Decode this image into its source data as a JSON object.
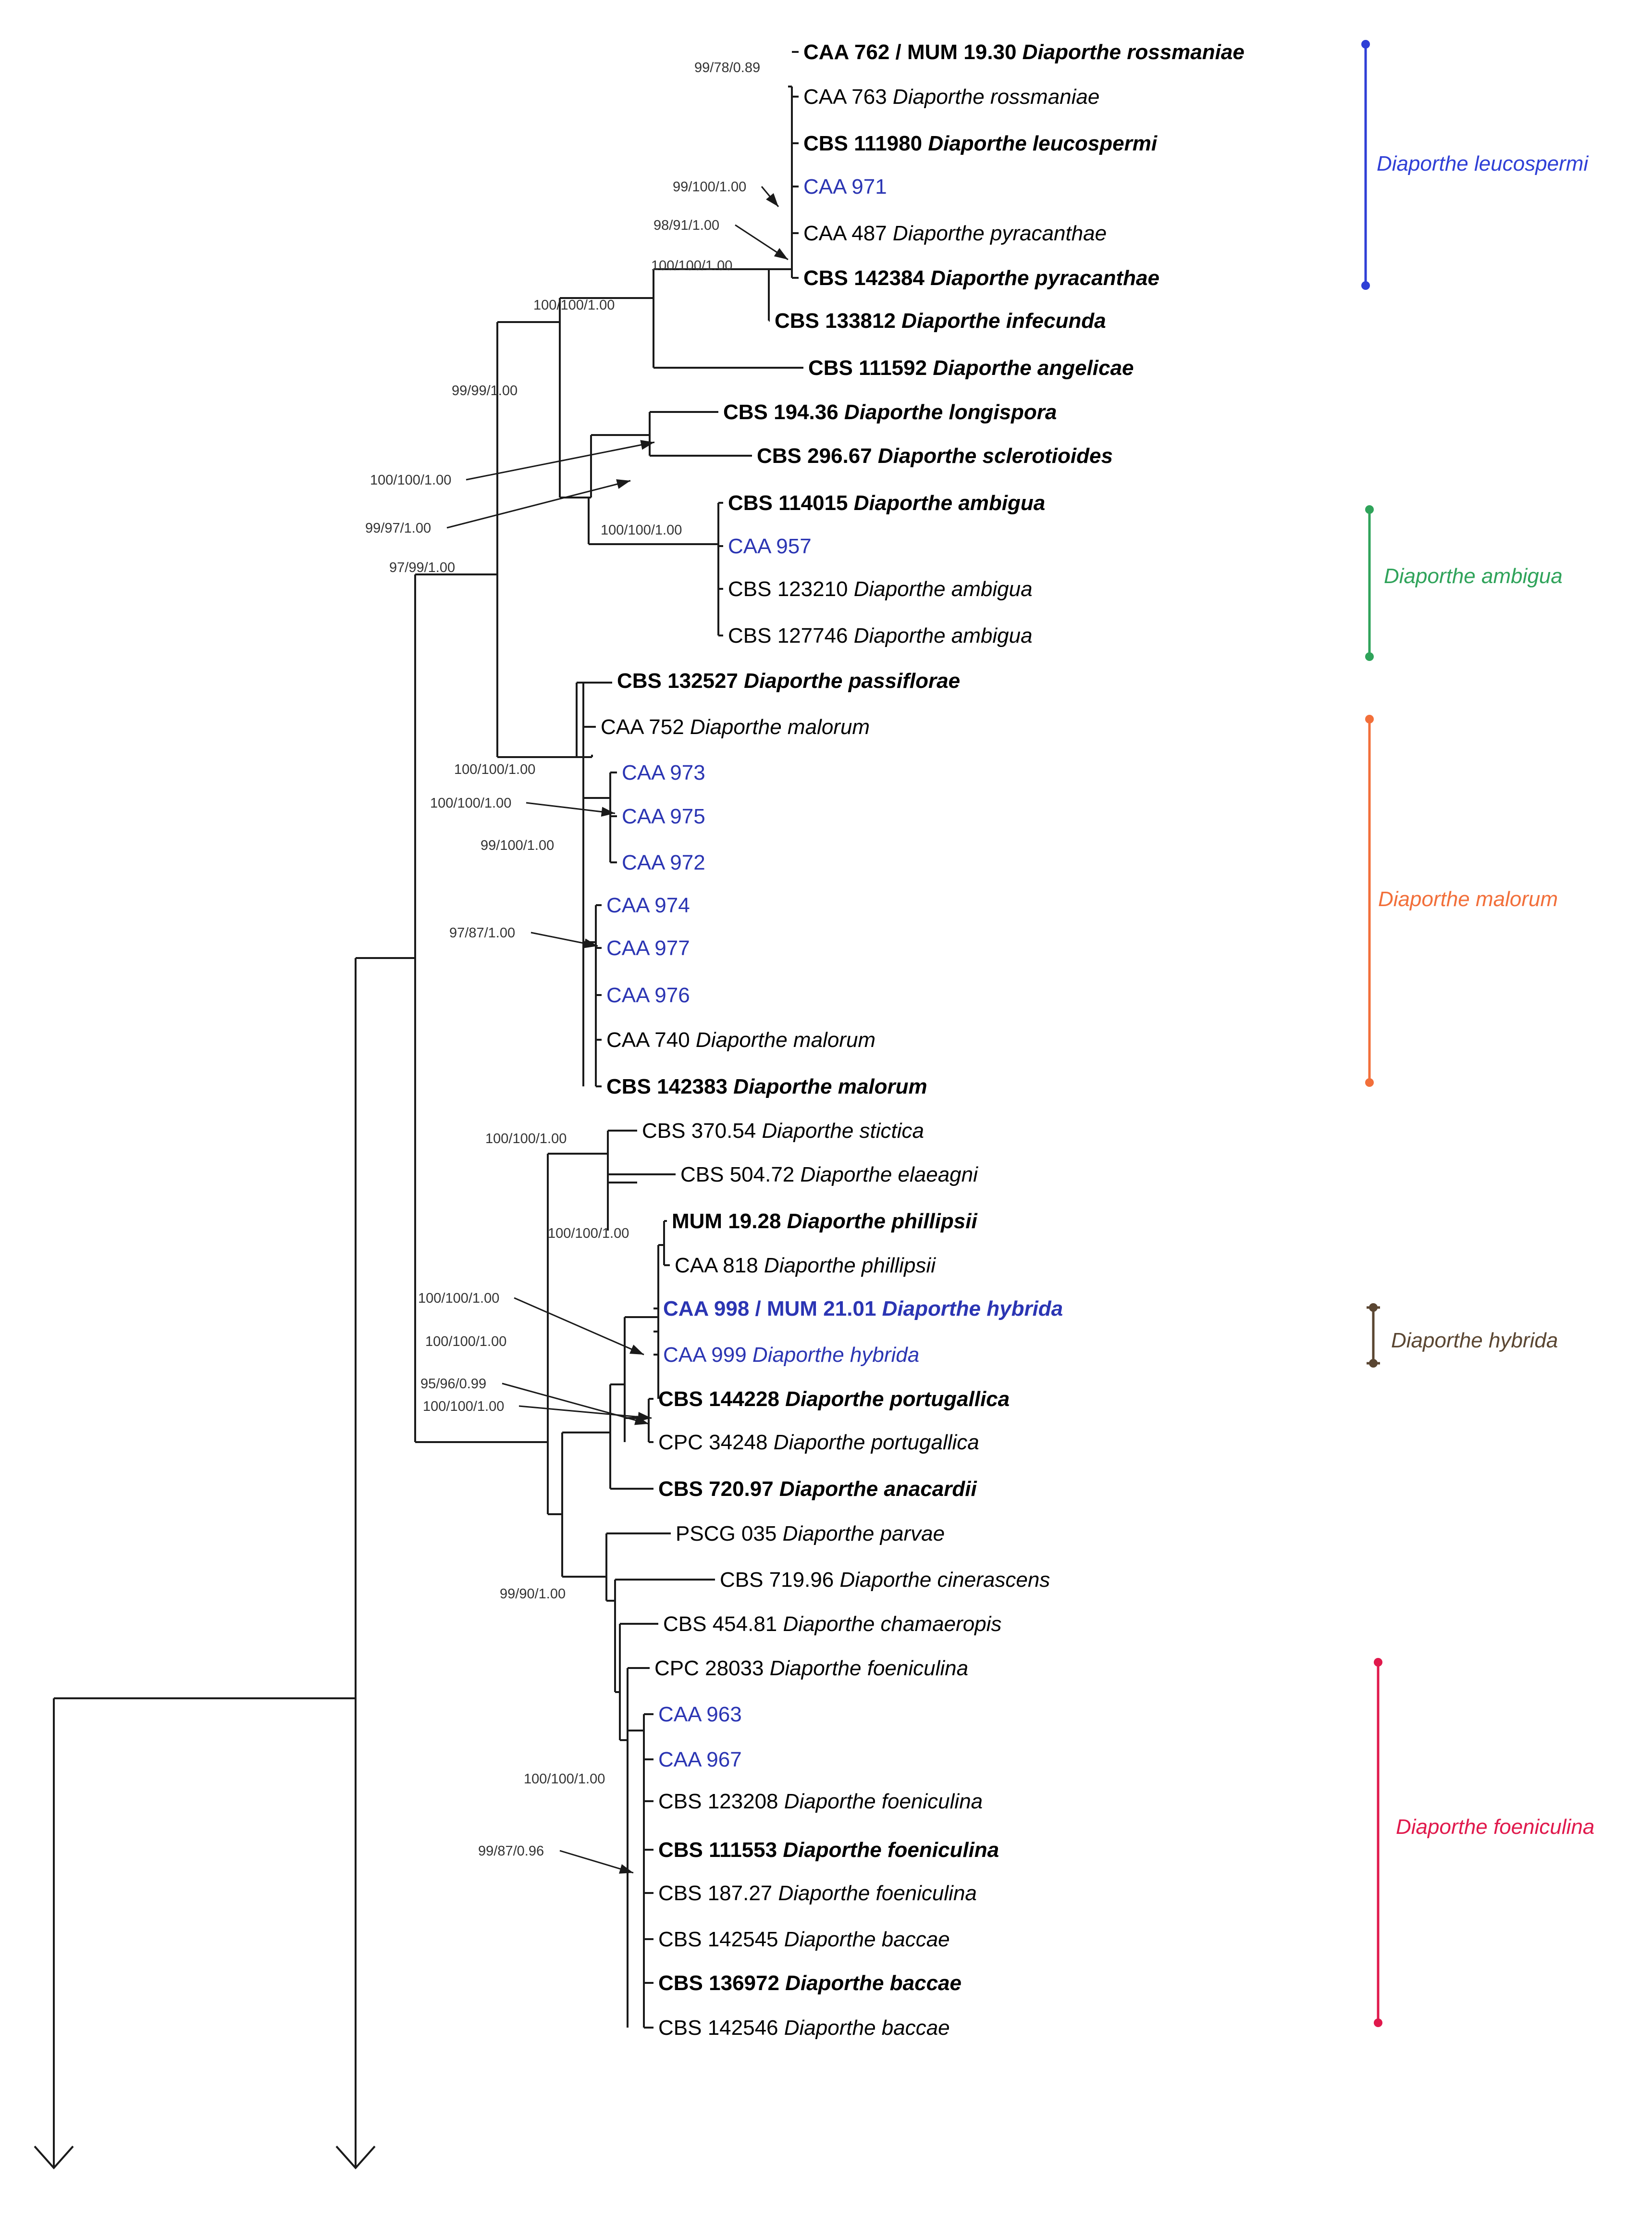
{
  "tree": {
    "tips": [
      {
        "code": "CAA 762 / MUM 19.30",
        "species": "Diaporthe rossmaniae",
        "bold": true,
        "color": "#000000"
      },
      {
        "code": "CAA 763",
        "species": "Diaporthe rossmaniae",
        "bold": false,
        "color": "#000000"
      },
      {
        "code": "CBS  111980",
        "species": "Diaporthe leucospermi",
        "bold": true,
        "color": "#000000"
      },
      {
        "code": "CAA 971",
        "species": "",
        "bold": false,
        "color": "#2b35b3"
      },
      {
        "code": "CAA 487",
        "species": "Diaporthe pyracanthae",
        "bold": false,
        "color": "#000000"
      },
      {
        "code": "CBS  142384",
        "species": "Diaporthe pyracanthae",
        "bold": true,
        "color": "#000000"
      },
      {
        "code": "CBS  133812",
        "species": "Diaporthe infecunda",
        "bold": true,
        "color": "#000000"
      },
      {
        "code": "CBS  111592",
        "species": "Diaporthe angelicae",
        "bold": true,
        "color": "#000000"
      },
      {
        "code": "CBS  194.36",
        "species": "Diaporthe longispora",
        "bold": true,
        "color": "#000000"
      },
      {
        "code": "CBS  296.67",
        "species": "Diaporthe sclerotioides",
        "bold": true,
        "color": "#000000"
      },
      {
        "code": "CBS  114015",
        "species": "Diaporthe ambigua",
        "bold": true,
        "color": "#000000"
      },
      {
        "code": "CAA 957",
        "species": "",
        "bold": false,
        "color": "#2b35b3"
      },
      {
        "code": "CBS  123210",
        "species": "Diaporthe ambigua",
        "bold": false,
        "color": "#000000"
      },
      {
        "code": "CBS  127746",
        "species": "Diaporthe ambigua",
        "bold": false,
        "color": "#000000"
      },
      {
        "code": "CBS  132527",
        "species": "Diaporthe passiflorae",
        "bold": true,
        "color": "#000000"
      },
      {
        "code": "CAA 752",
        "species": "Diaporthe malorum",
        "bold": false,
        "color": "#000000"
      },
      {
        "code": "CAA 973",
        "species": "",
        "bold": false,
        "color": "#2b35b3"
      },
      {
        "code": "CAA 975",
        "species": "",
        "bold": false,
        "color": "#2b35b3"
      },
      {
        "code": "CAA 972",
        "species": "",
        "bold": false,
        "color": "#2b35b3"
      },
      {
        "code": "CAA 974",
        "species": "",
        "bold": false,
        "color": "#2b35b3"
      },
      {
        "code": "CAA 977",
        "species": "",
        "bold": false,
        "color": "#2b35b3"
      },
      {
        "code": "CAA 976",
        "species": "",
        "bold": false,
        "color": "#2b35b3"
      },
      {
        "code": "CAA 740",
        "species": "Diaporthe malorum",
        "bold": false,
        "color": "#000000"
      },
      {
        "code": "CBS  142383",
        "species": "Diaporthe malorum",
        "bold": true,
        "color": "#000000"
      },
      {
        "code": "CBS  370.54",
        "species": "Diaporthe stictica",
        "bold": false,
        "color": "#000000"
      },
      {
        "code": "CBS  504.72",
        "species": "Diaporthe elaeagni",
        "bold": false,
        "color": "#000000"
      },
      {
        "code": "MUM  19.28",
        "species": "Diaporthe phillipsii",
        "bold": true,
        "color": "#000000"
      },
      {
        "code": "CAA 818",
        "species": "Diaporthe phillipsii",
        "bold": false,
        "color": "#000000"
      },
      {
        "code": "CAA 998 / MUM 21.01",
        "species": "Diaporthe hybrida",
        "bold": true,
        "color": "#2b35b3"
      },
      {
        "code": "CAA 999",
        "species": "Diaporthe hybrida",
        "bold": false,
        "color": "#2b35b3"
      },
      {
        "code": "CBS  144228",
        "species": "Diaporthe portugallica",
        "bold": true,
        "color": "#000000"
      },
      {
        "code": "CPC  34248",
        "species": "Diaporthe portugallica",
        "bold": false,
        "color": "#000000"
      },
      {
        "code": "CBS  720.97",
        "species": "Diaporthe anacardii",
        "bold": true,
        "color": "#000000"
      },
      {
        "code": "PSCG  035",
        "species": "Diaporthe parvae",
        "bold": false,
        "color": "#000000"
      },
      {
        "code": "CBS  719.96",
        "species": "Diaporthe cinerascens",
        "bold": false,
        "color": "#000000"
      },
      {
        "code": "CBS  454.81",
        "species": "Diaporthe chamaeropis",
        "bold": false,
        "color": "#000000"
      },
      {
        "code": "CPC  28033",
        "species": "Diaporthe foeniculina",
        "bold": false,
        "color": "#000000"
      },
      {
        "code": "CAA 963",
        "species": "",
        "bold": false,
        "color": "#2b35b3"
      },
      {
        "code": "CAA 967",
        "species": "",
        "bold": false,
        "color": "#2b35b3"
      },
      {
        "code": "CBS  123208",
        "species": "Diaporthe foeniculina",
        "bold": false,
        "color": "#000000"
      },
      {
        "code": "CBS  111553",
        "species": "Diaporthe foeniculina",
        "bold": true,
        "color": "#000000"
      },
      {
        "code": "CBS  187.27",
        "species": "Diaporthe foeniculina",
        "bold": false,
        "color": "#000000"
      },
      {
        "code": "CBS  142545",
        "species": "Diaporthe baccae",
        "bold": false,
        "color": "#000000"
      },
      {
        "code": "CBS  136972",
        "species": "Diaporthe baccae",
        "bold": true,
        "color": "#000000"
      },
      {
        "code": "CBS  142546",
        "species": "Diaporthe baccae",
        "bold": false,
        "color": "#000000"
      }
    ],
    "support_values": [
      "99/78/0.89",
      "99/100/1.00",
      "98/91/1.00",
      "100/100/1.00",
      "100/100/1.00",
      "99/99/1.00",
      "100/100/1.00",
      "99/97/1.00",
      "100/100/1.00",
      "97/99/1.00",
      "100/100/1.00",
      "100/100/1.00",
      "99/100/1.00",
      "97/87/1.00",
      "100/100/1.00",
      "100/100/1.00",
      "100/100/1.00",
      "100/100/1.00",
      "95/96/0.99",
      "100/100/1.00",
      "99/90/1.00",
      "100/100/1.00",
      "99/87/0.96"
    ],
    "clades": [
      {
        "name": "Diaporthe leucospermi",
        "color": "#2f3fd6"
      },
      {
        "name": "Diaporthe ambigua",
        "color": "#2fa35a"
      },
      {
        "name": "Diaporthe malorum",
        "color": "#f26f3a"
      },
      {
        "name": "Diaporthe hybrida",
        "color": "#5a4632"
      },
      {
        "name": "Diaporthe foeniculina",
        "color": "#e0194c"
      }
    ]
  }
}
